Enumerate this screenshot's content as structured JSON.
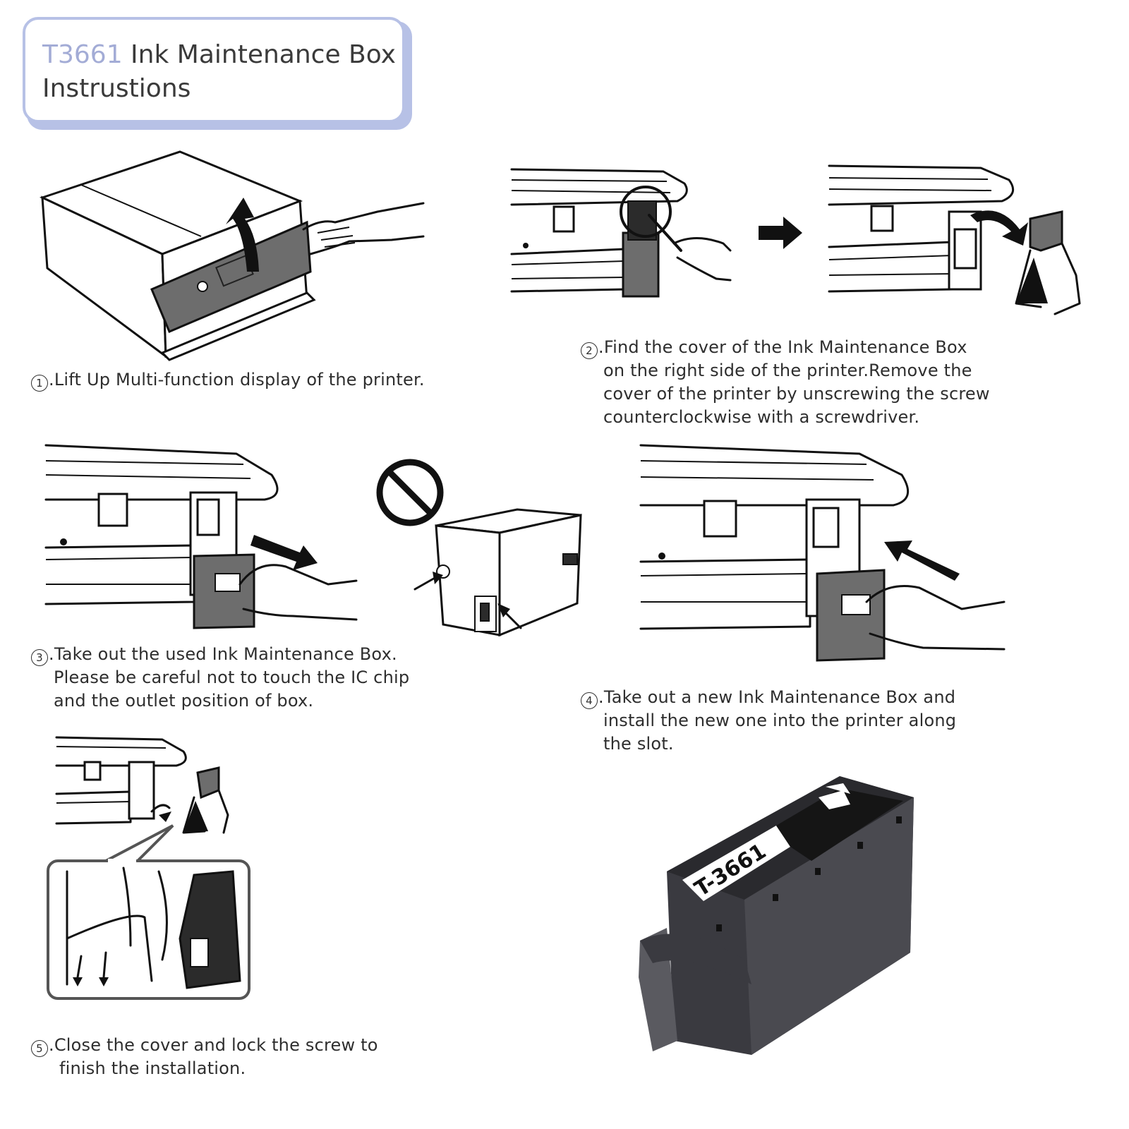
{
  "title": {
    "model": "T3661",
    "rest_line1": " Ink Maintenance Box",
    "line2": "Instrustions"
  },
  "steps": [
    {
      "number": "1",
      "lines": [
        "Lift Up Multi-function display of the printer."
      ]
    },
    {
      "number": "2",
      "lines": [
        "Find the cover of the Ink Maintenance Box",
        "on the right side of the printer.Remove the",
        "cover of the printer by unscrewing the screw",
        "counterclockwise with a screwdriver."
      ]
    },
    {
      "number": "3",
      "lines": [
        "Take out the used Ink Maintenance Box.",
        "Please be careful not to touch the IC chip",
        "and the outlet position of box."
      ]
    },
    {
      "number": "4",
      "lines": [
        "Take out a new Ink Maintenance Box and",
        "install the new one into the printer along",
        "the slot."
      ]
    },
    {
      "number": "5",
      "lines": [
        "Close the cover and lock the screw to",
        "finish the installation."
      ]
    }
  ],
  "product": {
    "label": "T-3661"
  },
  "colors": {
    "title_accent": "#a3acd6",
    "title_border": "#b7c1e6",
    "text": "#2e2e2e"
  }
}
